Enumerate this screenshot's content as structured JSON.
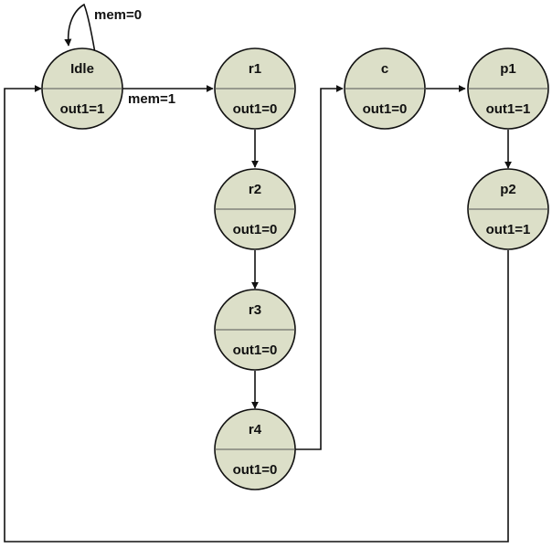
{
  "diagram": {
    "type": "state-machine",
    "states": [
      {
        "id": "idle",
        "name": "Idle",
        "output": "out1=1"
      },
      {
        "id": "r1",
        "name": "r1",
        "output": "out1=0"
      },
      {
        "id": "r2",
        "name": "r2",
        "output": "out1=0"
      },
      {
        "id": "r3",
        "name": "r3",
        "output": "out1=0"
      },
      {
        "id": "r4",
        "name": "r4",
        "output": "out1=0"
      },
      {
        "id": "c",
        "name": "c",
        "output": "out1=0"
      },
      {
        "id": "p1",
        "name": "p1",
        "output": "out1=1"
      },
      {
        "id": "p2",
        "name": "p2",
        "output": "out1=1"
      }
    ],
    "transitions": [
      {
        "from": "idle",
        "to": "idle",
        "label": "mem=0"
      },
      {
        "from": "idle",
        "to": "r1",
        "label": "mem=1"
      },
      {
        "from": "r1",
        "to": "r2",
        "label": ""
      },
      {
        "from": "r2",
        "to": "r3",
        "label": ""
      },
      {
        "from": "r3",
        "to": "r4",
        "label": ""
      },
      {
        "from": "r4",
        "to": "c",
        "label": ""
      },
      {
        "from": "c",
        "to": "p1",
        "label": ""
      },
      {
        "from": "p1",
        "to": "p2",
        "label": ""
      },
      {
        "from": "p2",
        "to": "idle",
        "label": ""
      }
    ],
    "colors": {
      "state_fill": "#dcdfc8",
      "stroke": "#111111"
    }
  }
}
